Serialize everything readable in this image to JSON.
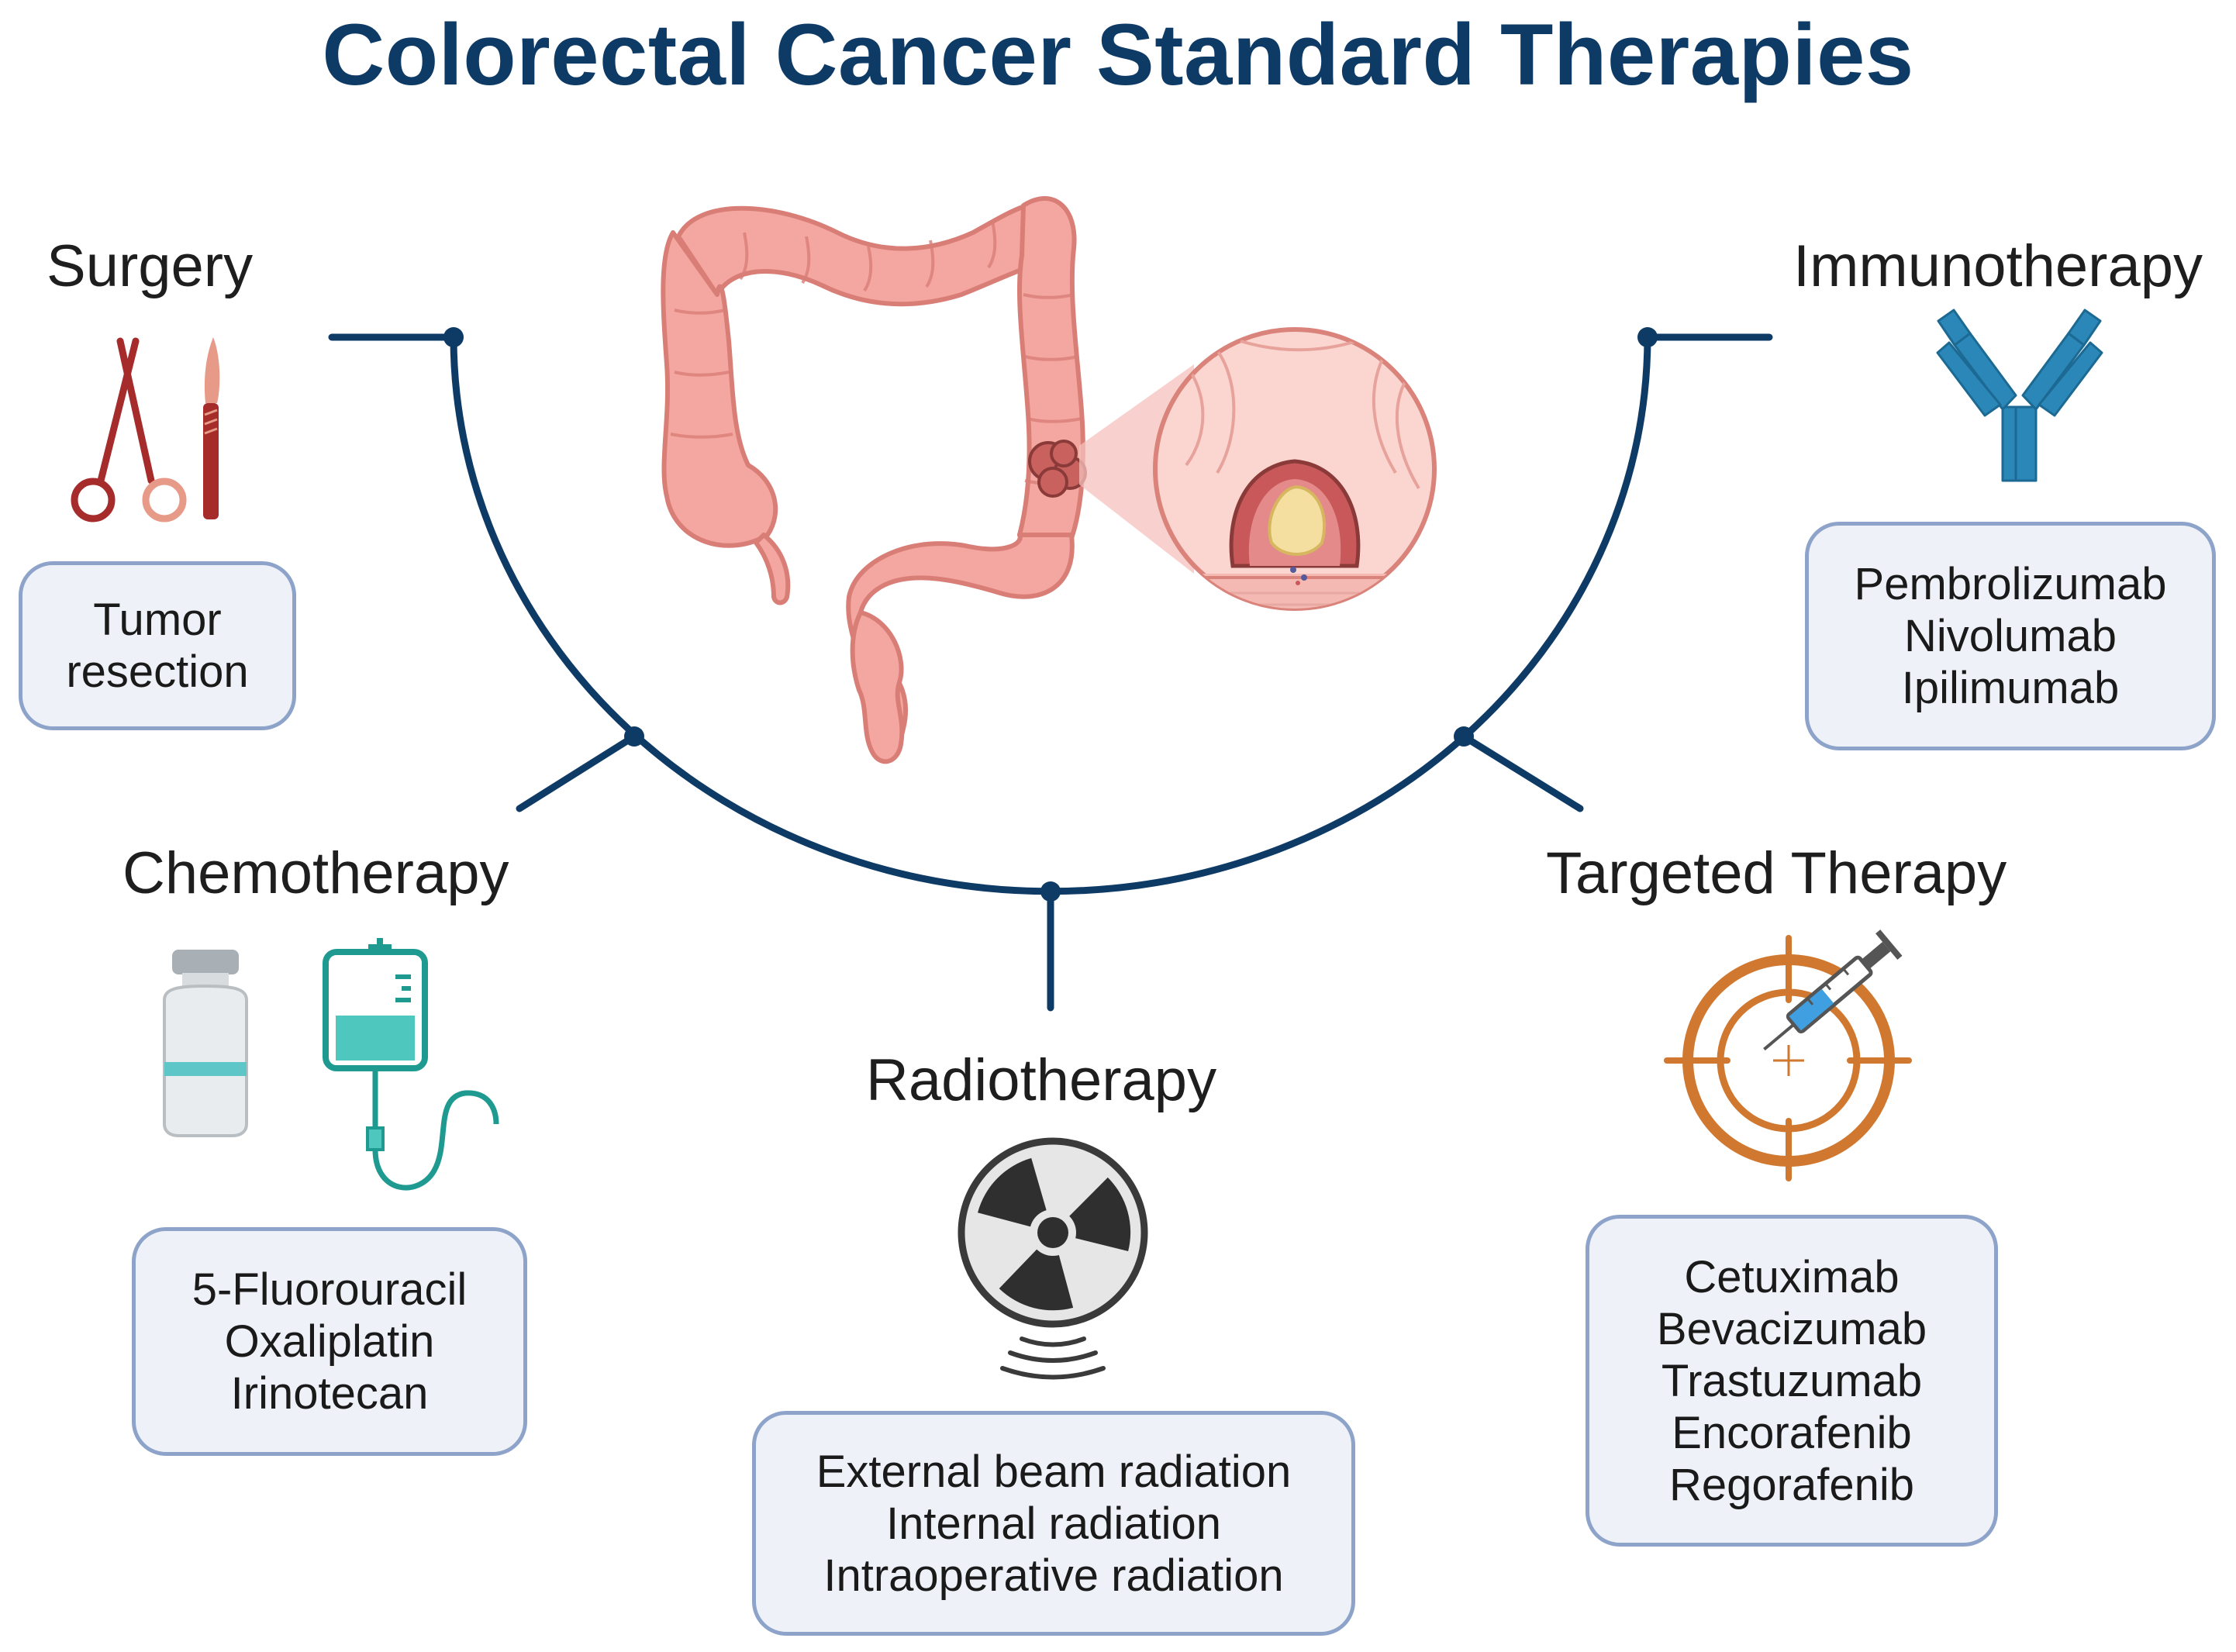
{
  "title": "Colorectal Cancer Standard Therapies",
  "colors": {
    "title": "#0e3a66",
    "connector": "#0e3a66",
    "box_fill": "#eef2f8",
    "box_border": "#8da3c9"
  },
  "center": {
    "icons": [
      "colon-icon",
      "tumor-zoom-icon"
    ]
  },
  "therapies": {
    "surgery": {
      "heading": "Surgery",
      "icons": [
        "scissors-icon",
        "scalpel-icon"
      ],
      "items": [
        "Tumor",
        "resection"
      ]
    },
    "chemotherapy": {
      "heading": "Chemotherapy",
      "icons": [
        "vial-icon",
        "iv-bag-icon"
      ],
      "items": [
        "5-Fluorouracil",
        "Oxaliplatin",
        "Irinotecan"
      ]
    },
    "radiotherapy": {
      "heading": "Radiotherapy",
      "icons": [
        "radiation-icon"
      ],
      "items": [
        "External beam radiation",
        "Internal radiation",
        "Intraoperative radiation"
      ]
    },
    "targeted": {
      "heading": "Targeted Therapy",
      "icons": [
        "target-icon",
        "syringe-icon"
      ],
      "items": [
        "Cetuximab",
        "Bevacizumab",
        "Trastuzumab",
        "Encorafenib",
        "Regorafenib"
      ]
    },
    "immunotherapy": {
      "heading": "Immunotherapy",
      "icons": [
        "antibody-icon"
      ],
      "items": [
        "Pembrolizumab",
        "Nivolumab",
        "Ipilimumab"
      ]
    }
  }
}
